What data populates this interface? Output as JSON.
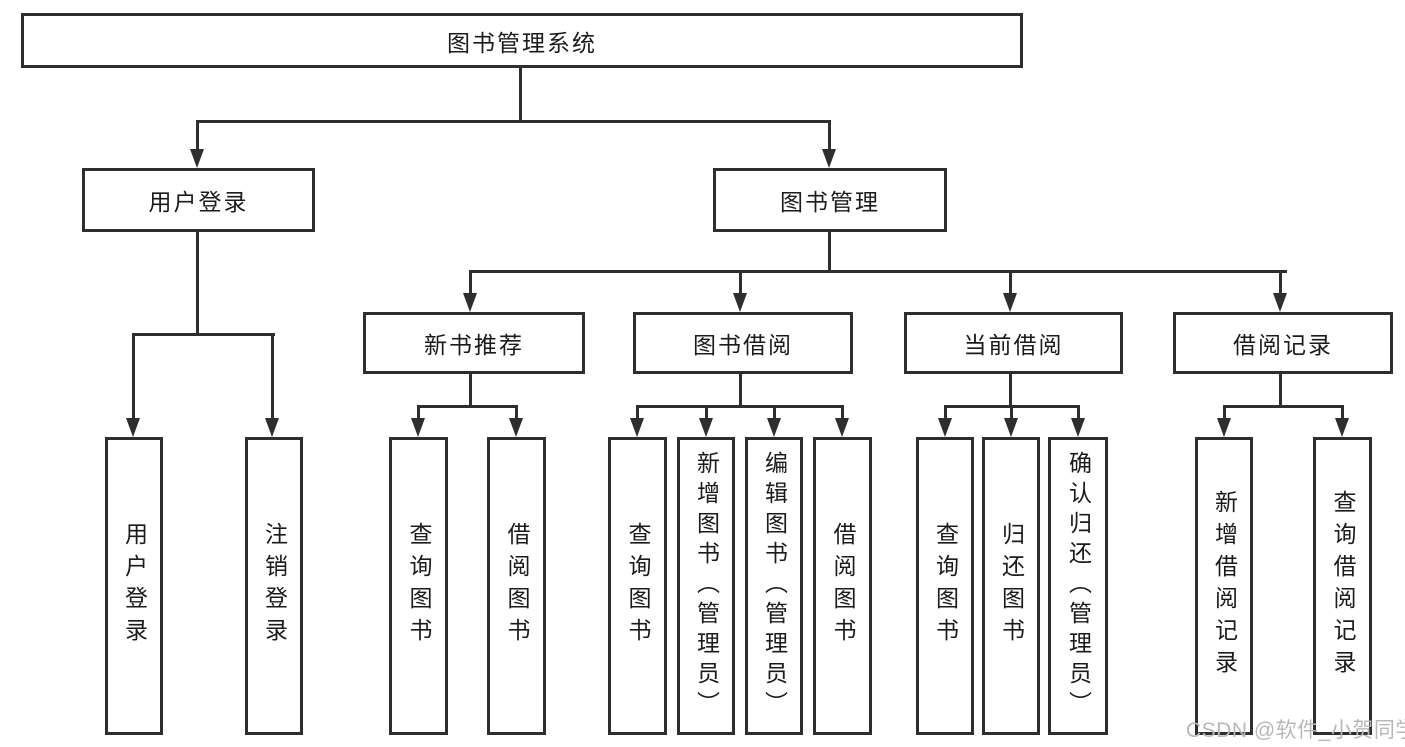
{
  "nodes": {
    "root": "图书管理系统",
    "userLogin": "用户登录",
    "bookMgmt": "图书管理",
    "newBookRec": "新书推荐",
    "bookBorrow": "图书借阅",
    "currentBorrow": "当前借阅",
    "borrowRecords": "借阅记录",
    "leafUserLogin": "用户登录",
    "leafLogout": "注销登录",
    "leafQueryBooks1": "查询图书",
    "leafBorrowBooks1": "借阅图书",
    "leafQueryBooks2": "查询图书",
    "leafAddBookAdmin": "新增图书（管理员）",
    "leafEditBookAdmin": "编辑图书（管理员）",
    "leafBorrowBooks2": "借阅图书",
    "leafQueryBooks3": "查询图书",
    "leafReturnBook": "归还图书",
    "leafConfirmReturnAdmin": "确认归还（管理员）",
    "leafAddBorrowRecord": "新增借阅记录",
    "leafQueryBorrowRecord": "查询借阅记录"
  },
  "watermark": "CSDN @软件_小贺同学",
  "colors": {
    "line": "#2e2e2e",
    "text": "#1b1b1b",
    "watermark": "#b8b8b8",
    "background": "#ffffff"
  }
}
